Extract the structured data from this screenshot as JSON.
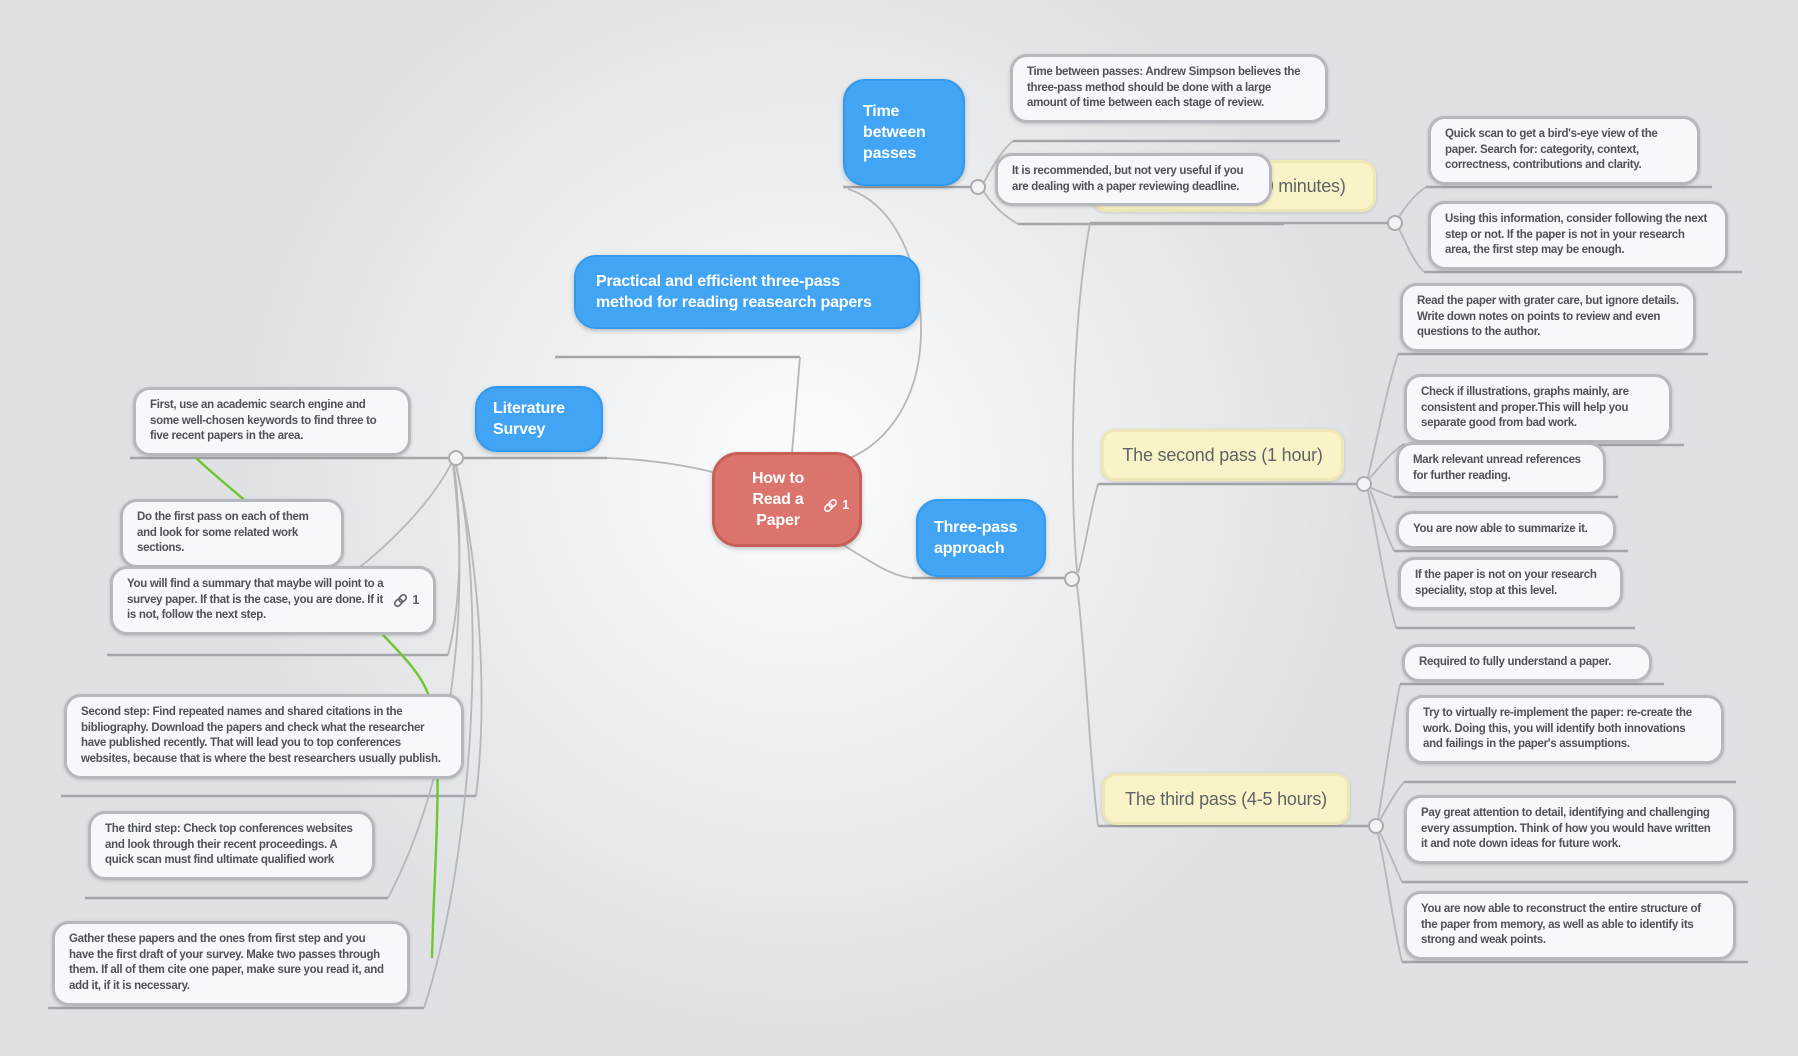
{
  "app": {
    "type": "mind-map"
  },
  "colors": {
    "background": "#dfe1e4",
    "central_node": "#db746c",
    "branch_blue": "#41a4f4",
    "pass_yellow": "#faf3c7",
    "note_background": "#f6f8fc",
    "note_border": "#b5b8bd",
    "connector_gray": "#b4b7bb",
    "cross_link_green": "#6fc72f"
  },
  "center": {
    "label": "How to Read a Paper",
    "link_count": "1"
  },
  "topics": {
    "practical": "Practical and efficient three-pass method for reading reasearch papers",
    "time_between_passes": "Time between passes",
    "literature_survey": "Literature Survey",
    "three_pass_approach": "Three-pass approach",
    "first_pass": "The first pass (5-10 minutes)",
    "second_pass": "The second pass (1 hour)",
    "third_pass": "The third pass (4-5 hours)"
  },
  "notes": {
    "time_1": "Time between passes: Andrew Simpson believes the three-pass method should be done with a large amount of time between each stage of review.",
    "time_2": "It is recommended, but not very useful if you are dealing with a paper reviewing deadline.",
    "first_1": "Quick scan to get a bird's-eye view of the paper. Search for: categority, context, correctness, contributions and clarity.",
    "first_2": "Using this information, consider following the next step or not. If the paper is not in your research area, the first step may be enough.",
    "second_1": "Read the paper with grater care, but ignore details.  Write down notes on points to review and even questions to the author.",
    "second_2": "Check if illustrations, graphs mainly, are consistent and proper.This will help you separate good from bad work.",
    "second_3": "Mark relevant unread references for further reading.",
    "second_4": "You are now able to summarize it.",
    "second_5": "If the paper is not on your research speciality, stop at this level.",
    "third_1": "Required to fully understand a paper.",
    "third_2": "Try to virtually re-implement the paper: re-create the work. Doing this, you will identify both innovations and failings in the paper's assumptions.",
    "third_3": "Pay great attention to detail, identifying and challenging every assumption. Think of how you would have written it and note down ideas for future work.",
    "third_4": "You are now able to reconstruct the entire structure of the paper from memory, as well as able to identify its strong and weak points.",
    "lit_1": "First, use an academic search engine and some well-chosen keywords to find three to five recent papers in the area.",
    "lit_2": "Do the first pass on each of them  and look for some related work sections.",
    "lit_3": "You will find a summary that maybe will point to a survey paper. If that is the case, you are done. If it is not, follow the next step.",
    "lit_4": "Second step: Find repeated names and shared citations in the bibliography. Download the papers and check what the researcher have published recently. That will lead you to top conferences websites, because that is where the best researchers usually publish.",
    "lit_5": "The third step: Check top conferences websites and look through their recent proceedings. A quick scan must find ultimate qualified work",
    "lit_6": "Gather these papers and the ones from first step and you have the first draft of your survey. Make two passes through them. If all of them cite one paper, make sure you read it, and add it, if it is necessary."
  },
  "badges": {
    "center_links": "1",
    "lit_3_links": "1"
  }
}
